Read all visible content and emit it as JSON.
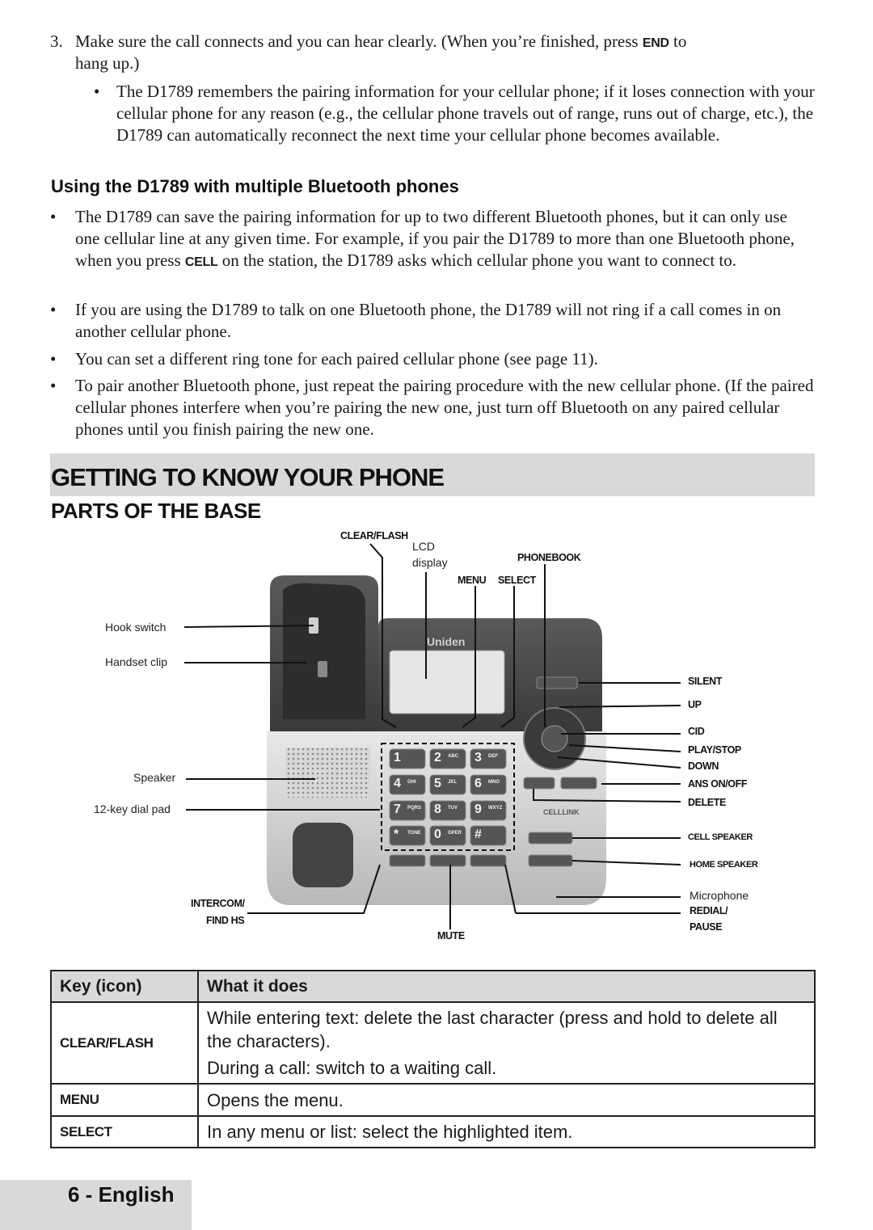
{
  "intro": {
    "step3_num": "3.",
    "step3_a": "Make sure the call connects and you can hear clearly. (When you’re finished, press ",
    "step3_key": "END",
    "step3_b": " to",
    "step3_line2": "hang up.)",
    "bullet_note": "The D1789 remembers the pairing information for your cellular phone; if it loses connection with your cellular phone for any reason (e.g., the cellular phone travels out of range, runs out of charge, etc.), the D1789 can automatically reconnect the next time your cellular phone becomes available."
  },
  "multi": {
    "heading": "Using the D1789 with multiple Bluetooth phones",
    "b1_a": "The D1789 can save the pairing information for up to two different Bluetooth phones, but it can only use one cellular line at any given time. For example, if you pair the D1789 to more than one Bluetooth phone, when you press ",
    "b1_key": "CELL",
    "b1_b": " on the station, the D1789 asks which cellular phone you want to connect to.",
    "b2": "If you are using the D1789 to talk on one Bluetooth phone, the D1789 will not ring if a call comes in on another cellular phone.",
    "b3": "You can set a different ring tone for each paired cellular phone (see page 11).",
    "b4": "To pair another Bluetooth phone, just repeat the pairing procedure with the new cellular phone. (If the paired cellular phones interfere when you’re pairing the new one, just turn off Bluetooth on any paired cellular phones until you finish pairing the new one."
  },
  "section_title": "GETTING TO KNOW YOUR PHONE",
  "subsection_title": "PARTS OF THE BASE",
  "diagram": {
    "labels": {
      "clear_flash": "CLEAR/FLASH",
      "lcd": "LCD",
      "display": "display",
      "phonebook": "PHONEBOOK",
      "menu": "MENU",
      "select": "SELECT",
      "hook_switch": "Hook switch",
      "handset_clip": "Handset clip",
      "speaker": "Speaker",
      "dial_pad": "12-key dial pad",
      "intercom": "INTERCOM/",
      "find_hs": "FIND HS",
      "mute": "MUTE",
      "silent": "SILENT",
      "up": "UP",
      "cid": "CID",
      "play_stop": "PLAY/STOP",
      "down": "DOWN",
      "ans_onoff": "ANS ON/OFF",
      "delete": "DELETE",
      "cell_speaker": "CELL SPEAKER",
      "home_speaker": "HOME SPEAKER",
      "microphone": "Microphone",
      "redial": "REDIAL/",
      "pause": "PAUSE"
    },
    "device_text": {
      "brand": "Uniden",
      "keys": [
        "1",
        "2",
        "3",
        "4",
        "5",
        "6",
        "7",
        "8",
        "9",
        "*",
        "0",
        "#"
      ],
      "key_sub": [
        "",
        "ABC",
        "DEF",
        "GHI",
        "JKL",
        "MNO",
        "PQRS",
        "TUV",
        "WXYZ",
        "TONE",
        "OPER",
        ""
      ],
      "cellink": "CELLLINK"
    }
  },
  "table": {
    "col1": "Key (icon)",
    "col2": "What it does",
    "rows": [
      {
        "key": "CLEAR/FLASH",
        "line1": "While entering text:  delete the last character (press and hold to delete all the characters).",
        "line2": "During a call: switch to a waiting call."
      },
      {
        "key": "MENU",
        "line1": "Opens the menu."
      },
      {
        "key": "SELECT",
        "line1": "In any menu or list: select the highlighted item."
      }
    ]
  },
  "footer": "6 - English"
}
